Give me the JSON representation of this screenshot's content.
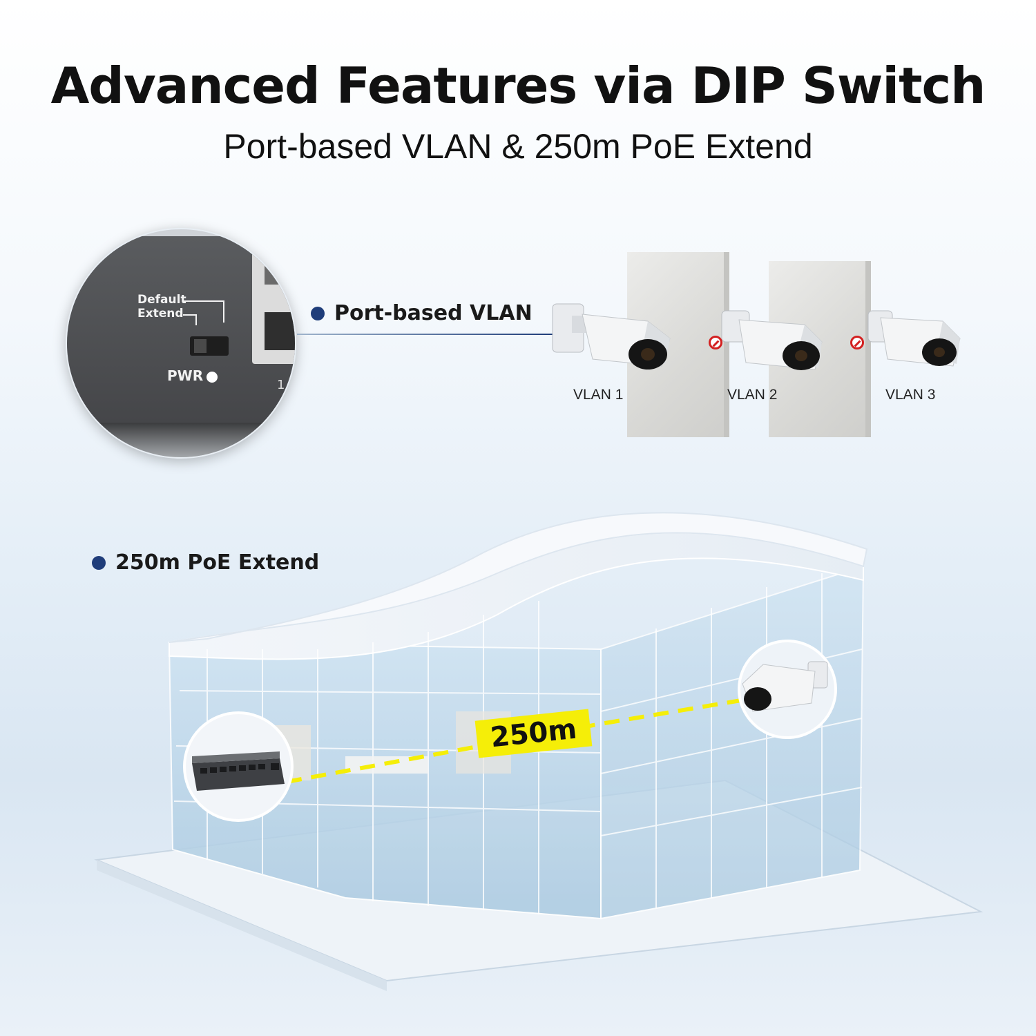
{
  "header": {
    "title": "Advanced Features via DIP Switch",
    "subtitle": "Port-based VLAN & 250m PoE Extend"
  },
  "closeup": {
    "switch_labels": [
      "Default",
      "Extend"
    ],
    "power_label": "PWR",
    "port_number": "1"
  },
  "vlan_section": {
    "bullet": "Port-based VLAN",
    "cameras": [
      {
        "label": "VLAN 1"
      },
      {
        "label": "VLAN 2"
      },
      {
        "label": "VLAN 3"
      }
    ]
  },
  "poe_section": {
    "bullet": "250m PoE Extend",
    "distance": "250m"
  },
  "colors": {
    "bullet_dot": "#1f3d7a",
    "distance_tag": "#f5ee08",
    "block_icon": "#d32020"
  }
}
